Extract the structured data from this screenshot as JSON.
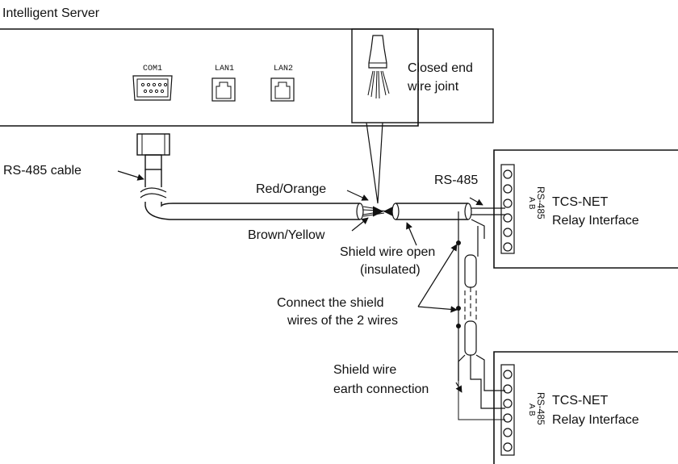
{
  "server": {
    "title": "Intelligent Server",
    "ports": {
      "com1": "COM1",
      "lan1": "LAN1",
      "lan2": "LAN2"
    }
  },
  "labels": {
    "rs485_cable": "RS-485 cable",
    "closed_end_joint_line1": "Closed end",
    "closed_end_joint_line2": "wire joint",
    "red_orange": "Red/Orange",
    "brown_yellow": "Brown/Yellow",
    "rs485": "RS-485",
    "shield_open_line1": "Shield wire open",
    "shield_open_line2": "(insulated)",
    "connect_shield_line1": "Connect the shield",
    "connect_shield_line2": "wires of the 2 wires",
    "earth_line1": "Shield wire",
    "earth_line2": "earth connection"
  },
  "relays": [
    {
      "name_line1": "TCS-NET",
      "name_line2": "Relay Interface",
      "terminal_label": "RS-485",
      "ab_label": "A B"
    },
    {
      "name_line1": "TCS-NET",
      "name_line2": "Relay Interface",
      "terminal_label": "RS-485",
      "ab_label": "A B"
    }
  ]
}
